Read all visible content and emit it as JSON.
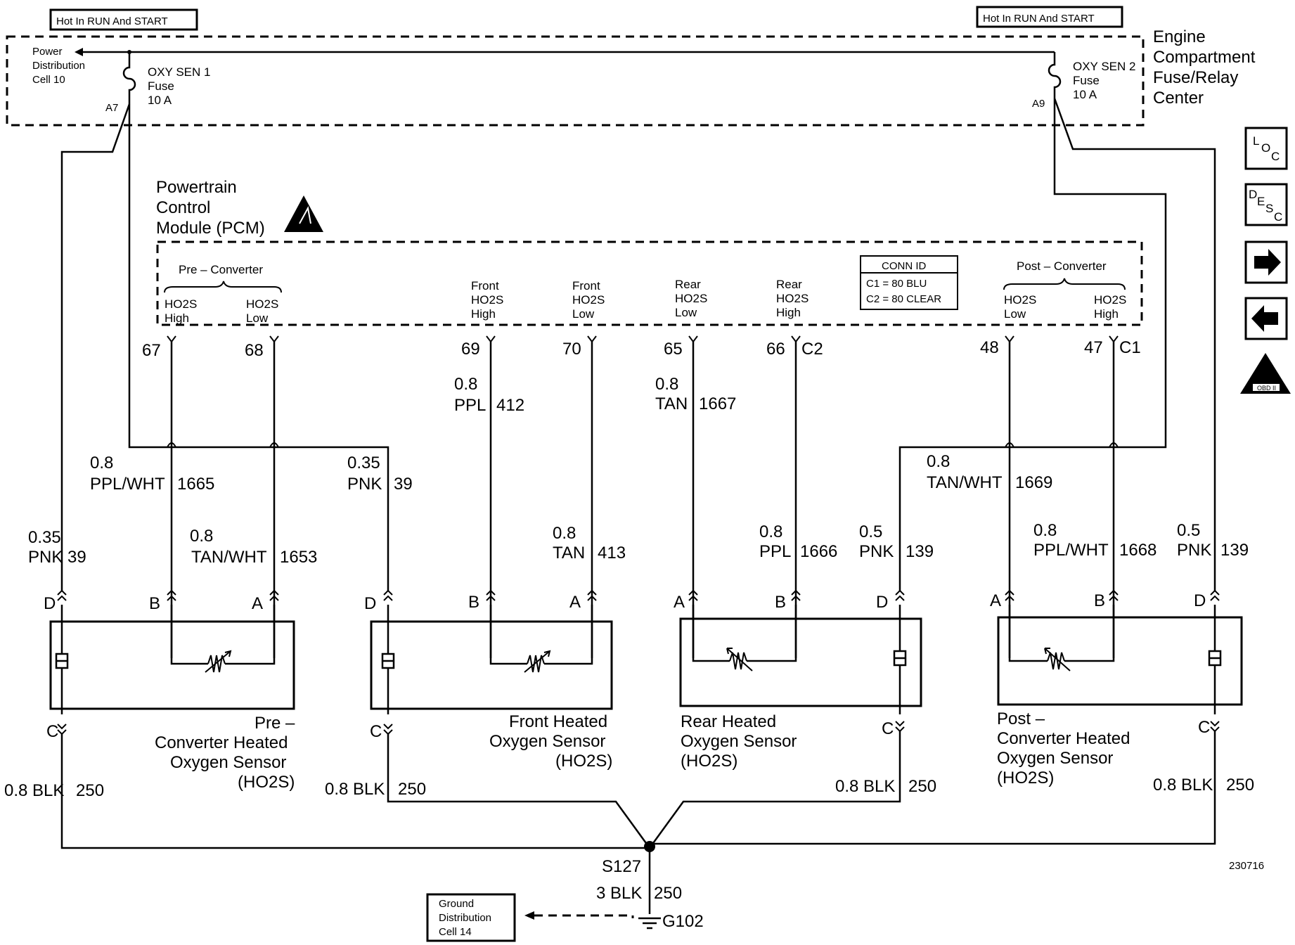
{
  "header": {
    "hot_left": "Hot In RUN And START",
    "hot_right": "Hot In RUN And START",
    "fuse_center_l1": "Engine",
    "fuse_center_l2": "Compartment",
    "fuse_center_l3": "Fuse/Relay",
    "fuse_center_l4": "Center",
    "power_dist_l1": "Power",
    "power_dist_l2": "Distribution",
    "power_dist_l3": "Cell 10"
  },
  "fuses": {
    "f1_l1": "OXY SEN 1",
    "f1_l2": "Fuse",
    "f1_l3": "10 A",
    "f1_term": "A7",
    "f2_l1": "OXY SEN 2",
    "f2_l2": "Fuse",
    "f2_l3": "10 A",
    "f2_term": "A9"
  },
  "pcm": {
    "l1": "Powertrain",
    "l2": "Control",
    "l3": "Module (PCM)",
    "pre_group": "Pre – Converter",
    "post_group": "Post – Converter",
    "pre_high": [
      "HO2S",
      "High"
    ],
    "pre_low": [
      "HO2S",
      "Low"
    ],
    "front_high": [
      "Front",
      "HO2S",
      "High"
    ],
    "front_low": [
      "Front",
      "HO2S",
      "Low"
    ],
    "rear_low": [
      "Rear",
      "HO2S",
      "Low"
    ],
    "rear_high": [
      "Rear",
      "HO2S",
      "High"
    ],
    "post_low": [
      "HO2S",
      "Low"
    ],
    "post_high": [
      "HO2S",
      "High"
    ],
    "conn_title": "CONN ID",
    "conn_c1": "C1 = 80 BLU",
    "conn_c2": "C2 = 80 CLEAR"
  },
  "pins": {
    "p67": "67",
    "p68": "68",
    "p69": "69",
    "p70": "70",
    "p65": "65",
    "p66": "66",
    "c2": "C2",
    "p48": "48",
    "p47": "47",
    "c1": "C1"
  },
  "wires": {
    "w412_g": "0.8",
    "w412_c": "PPL",
    "w412_n": "412",
    "w1667_g": "0.8",
    "w1667_c": "TAN",
    "w1667_n": "1667",
    "w1665_g": "0.8",
    "w1665_c": "PPL/WHT",
    "w1665_n": "1665",
    "w39a_g": "0.35",
    "w39a_c": "PNK",
    "w39a_n": "39",
    "w39b_g": "0.35",
    "w39b_c": "PNK",
    "w39b_n": "39",
    "w1653_g": "0.8",
    "w1653_c": "TAN/WHT",
    "w1653_n": "1653",
    "w413_g": "0.8",
    "w413_c": "TAN",
    "w413_n": "413",
    "w1666_g": "0.8",
    "w1666_c": "PPL",
    "w1666_n": "1666",
    "w1669_g": "0.8",
    "w1669_c": "TAN/WHT",
    "w1669_n": "1669",
    "w139a_g": "0.5",
    "w139a_c": "PNK",
    "w139a_n": "139",
    "w1668_g": "0.8",
    "w1668_c": "PPL/WHT",
    "w1668_n": "1668",
    "w139b_g": "0.5",
    "w139b_c": "PNK",
    "w139b_n": "139",
    "gnd1": "0.8 BLK",
    "gnd1_n": "250",
    "gnd2": "0.8 BLK",
    "gnd2_n": "250",
    "gnd3": "0.8 BLK",
    "gnd3_n": "250",
    "gnd4": "0.8 BLK",
    "gnd4_n": "250",
    "main_gnd": "3 BLK",
    "main_gnd_n": "250"
  },
  "connectors": {
    "s1": [
      "D",
      "B",
      "A",
      "C"
    ],
    "s2": [
      "D",
      "B",
      "A",
      "C"
    ],
    "s3": [
      "A",
      "B",
      "D",
      "C"
    ],
    "s4": [
      "A",
      "B",
      "D",
      "C"
    ]
  },
  "sensors": {
    "s1": [
      "Pre –",
      "Converter Heated",
      "Oxygen Sensor",
      "(HO2S)"
    ],
    "s2": [
      "Front Heated",
      "Oxygen Sensor",
      "(HO2S)"
    ],
    "s3": [
      "Rear Heated",
      "Oxygen Sensor",
      "(HO2S)"
    ],
    "s4": [
      "Post –",
      "Converter Heated",
      "Oxygen Sensor",
      "(HO2S)"
    ]
  },
  "ground": {
    "splice": "S127",
    "gpoint": "G102",
    "dist_l1": "Ground",
    "dist_l2": "Distribution",
    "dist_l3": "Cell 14",
    "fig_id": "230716"
  },
  "nav": {
    "loc": [
      "L",
      "O",
      "C"
    ],
    "desc": [
      "D",
      "E",
      "S",
      "C"
    ],
    "next": "next-arrow",
    "prev": "prev-arrow",
    "obd": "OBD II"
  }
}
